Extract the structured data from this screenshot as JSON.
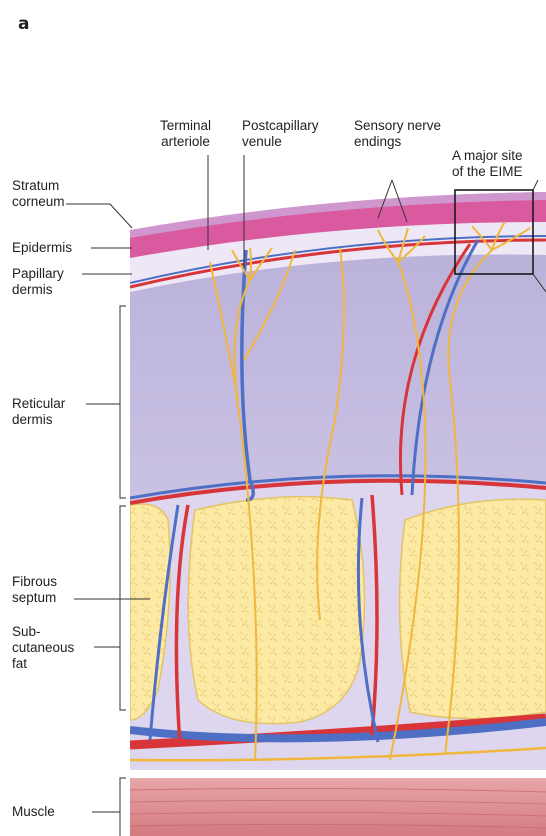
{
  "panel_letter": "a",
  "labels": {
    "terminal_arteriole": "Terminal\narteriole",
    "postcapillary_venule": "Postcapillary\nvenule",
    "sensory_nerve_endings": "Sensory nerve\nendings",
    "eime_site": "A major site\nof the EIME",
    "stratum_corneum": "Stratum\ncorneum",
    "epidermis": "Epidermis",
    "papillary_dermis": "Papillary\ndermis",
    "reticular_dermis": "Reticular\ndermis",
    "fibrous_septum": "Fibrous\nseptum",
    "subcutaneous_fat": "Sub-\ncutaneous\nfat",
    "muscle": "Muscle"
  },
  "colors": {
    "stratum_corneum": "#c98bc6",
    "epidermis": "#d9519a",
    "papillary_dermis": "#ece6f4",
    "reticular_dermis": "#c6bee0",
    "fat": "#fbe9a4",
    "fat_outline": "#e6c86a",
    "muscle": "#d9878f",
    "artery": "#d8353a",
    "vein": "#4f6fc4",
    "nerve": "#f0b73c"
  }
}
